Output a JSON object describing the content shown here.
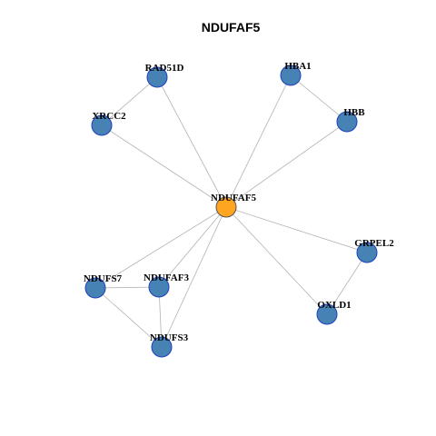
{
  "title": "NDUFAF5",
  "colors": {
    "center_node": "#ffa51f",
    "other_node": "#4682b4",
    "node_border": "#1f3fbf",
    "edge": "#b3b3b3"
  },
  "nodes": [
    {
      "id": "NDUFAF5",
      "label": "NDUFAF5",
      "center": true
    },
    {
      "id": "RAD51D",
      "label": "RAD51D",
      "center": false
    },
    {
      "id": "HBA1",
      "label": "HBA1",
      "center": false
    },
    {
      "id": "XRCC2",
      "label": "XRCC2",
      "center": false
    },
    {
      "id": "HBB",
      "label": "HBB",
      "center": false
    },
    {
      "id": "GRPEL2",
      "label": "GRPEL2",
      "center": false
    },
    {
      "id": "NDUFS7",
      "label": "NDUFS7",
      "center": false
    },
    {
      "id": "NDUFAF3",
      "label": "NDUFAF3",
      "center": false
    },
    {
      "id": "OXLD1",
      "label": "OXLD1",
      "center": false
    },
    {
      "id": "NDUFS3",
      "label": "NDUFS3",
      "center": false
    }
  ],
  "edges": [
    [
      "NDUFAF5",
      "RAD51D"
    ],
    [
      "NDUFAF5",
      "XRCC2"
    ],
    [
      "NDUFAF5",
      "HBA1"
    ],
    [
      "NDUFAF5",
      "HBB"
    ],
    [
      "NDUFAF5",
      "GRPEL2"
    ],
    [
      "NDUFAF5",
      "OXLD1"
    ],
    [
      "NDUFAF5",
      "NDUFS7"
    ],
    [
      "NDUFAF5",
      "NDUFAF3"
    ],
    [
      "NDUFAF5",
      "NDUFS3"
    ],
    [
      "RAD51D",
      "XRCC2"
    ],
    [
      "HBA1",
      "HBB"
    ],
    [
      "GRPEL2",
      "OXLD1"
    ],
    [
      "NDUFS7",
      "NDUFAF3"
    ],
    [
      "NDUFS7",
      "NDUFS3"
    ],
    [
      "NDUFAF3",
      "NDUFS3"
    ]
  ]
}
